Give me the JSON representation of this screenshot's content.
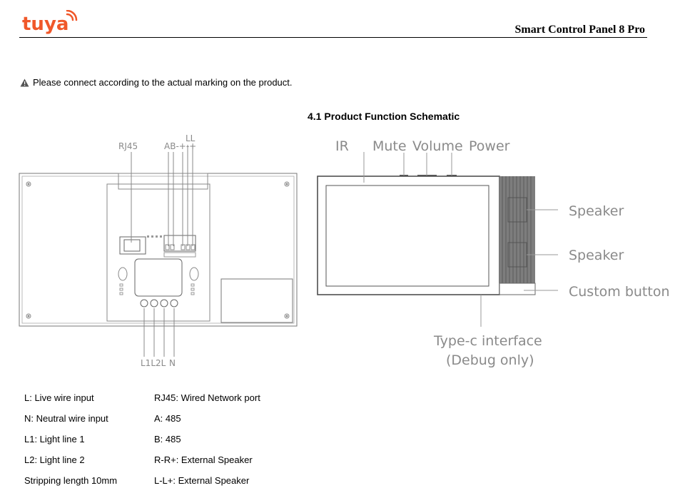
{
  "brand": {
    "name": "tuya",
    "color": "#f0582a"
  },
  "header": {
    "title": "Smart Control Panel 8 Pro"
  },
  "warning": {
    "icon": "warning-triangle-icon",
    "text": "Please connect according to the actual marking on the product."
  },
  "section": {
    "title": "4.1 Product Function Schematic"
  },
  "back_panel": {
    "top_labels": {
      "rj45": "RJ45",
      "ab": "AB-+-+",
      "ll": "LL"
    },
    "bottom_labels": {
      "l1l2l": "L1L2L",
      "n": "N"
    }
  },
  "front_panel": {
    "top_labels": {
      "ir": "IR",
      "mute": "Mute",
      "volume": "Volume",
      "power": "Power"
    },
    "side_labels": {
      "speaker_top": "Speaker",
      "speaker_bottom": "Speaker",
      "custom_button": "Custom button"
    },
    "bottom_labels": {
      "type_c": "Type-c interface",
      "debug": "(Debug only)"
    }
  },
  "legend": {
    "left": [
      "L: Live wire input",
      "N: Neutral wire input",
      "L1: Light line 1",
      "L2: Light line 2",
      "Stripping length 10mm"
    ],
    "right": [
      "RJ45: Wired Network port",
      "A: 485",
      "B: 485",
      "R-R+: External Speaker",
      "L-L+: External Speaker"
    ]
  }
}
